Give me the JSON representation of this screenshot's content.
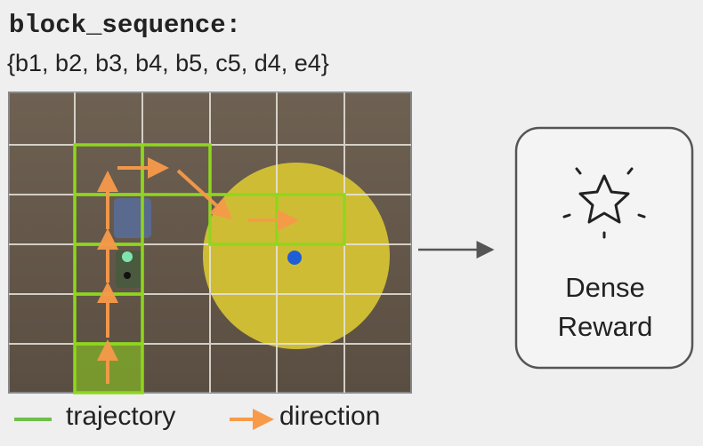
{
  "title": "block_sequence:",
  "sequence_text": "{b1, b2, b3, b4, b5, c5, d4, e4}",
  "trajectory_cells": [
    "b1",
    "b2",
    "b3",
    "b4",
    "b5",
    "c5",
    "d4",
    "e4"
  ],
  "legend": {
    "trajectory": "trajectory",
    "direction": "direction"
  },
  "output": {
    "line1": "Dense",
    "line2": "Reward",
    "icon": "star-icon"
  },
  "colors": {
    "trajectory": "#8fd61e",
    "direction": "#f79a4a",
    "plate": "#d9c832",
    "target_dot": "#1f5fd6"
  }
}
